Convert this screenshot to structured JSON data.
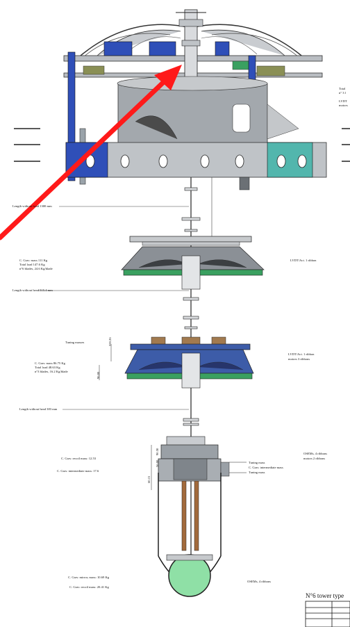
{
  "labels": {
    "length_top": "Length without head 1300 mm",
    "length_mid": "Length without head 515.4 mm",
    "length_low": "Length without head 383 mm",
    "cg_1_line1": "C. Grav. mass 111 Kg",
    "cg_1_line2": "Total load  147.6 Kg",
    "cg_1_line3": "n°6 blades, 24.6 Kg/blade",
    "cg_2_line1": "C. Grav. mass 86.75 Kg",
    "cg_2_line2": "Total load  48.63 Kg",
    "cg_2_line3": "n°3 blades, 16.2 Kg/blade",
    "tuning_masses_top": "Tuning masses",
    "cg_recoil": "C. Grav. recoil mass: 12.53",
    "cg_intermediate": "C. Grav. intermediate mass: 17.6",
    "tuning_mass_1": "Tuning mass",
    "cg_intermediate_right": "C. Grav. intermediate mass",
    "tuning_mass_2": "Tuning mass",
    "cg_mirror": "C. Grav. mirror, mass: 10.69 Kg",
    "cg_recoil_bottom": "C. Grav. recoil mass: 20.41 Kg",
    "right_top_1": "Total",
    "right_top_2": "n° 3 l",
    "right_top_3": "LVDT",
    "right_top_4": "motors",
    "right_lvdt_1": "LVDT/Act. 1 ribbon",
    "right_lvdt_2a": "LVDT/Act. 1 ribbon",
    "right_lvdt_2b": "motors 3 ribbons",
    "right_osem_1a": "OSEMs, 4 ribbons",
    "right_osem_1b": "motors 2 ribbons",
    "right_osem_2": "OSEMs, 4 ribbons",
    "dim_1": "320.26",
    "dim_2": "96.00",
    "dim_3": "90.30",
    "dim_4": "56.00",
    "dim_5": "60.15",
    "tower_type": "N°6 tower type"
  },
  "colors": {
    "arrow": "#ff1a1a",
    "blue_part": "#2f4fb8",
    "teal_part": "#52b6ad",
    "green_mirror": "#8fe0a6",
    "steel": "#9aa3aa"
  }
}
